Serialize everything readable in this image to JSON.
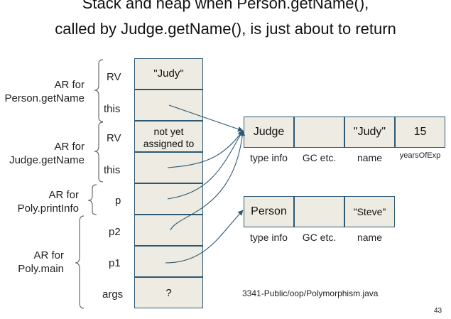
{
  "title": {
    "line1": "Stack and heap when Person.getName(),",
    "line2": "called by Judge.getName(), is just about to return"
  },
  "activation_records": [
    {
      "label_line1": "AR for",
      "label_line2": "Person.getName"
    },
    {
      "label_line1": "AR for",
      "label_line2": "Judge.getName"
    },
    {
      "label_line1": "AR for",
      "label_line2": "Poly.printInfo"
    },
    {
      "label_line1": "AR for",
      "label_line2": "Poly.main"
    }
  ],
  "stack_slots": [
    {
      "name": "RV",
      "value": "\"Judy\""
    },
    {
      "name": "this",
      "value": ""
    },
    {
      "name": "RV",
      "value_line1": "not yet",
      "value_line2": "assigned to"
    },
    {
      "name": "this",
      "value": ""
    },
    {
      "name": "p",
      "value": ""
    },
    {
      "name": "p2",
      "value": ""
    },
    {
      "name": "p1",
      "value": ""
    },
    {
      "name": "args",
      "value": "?"
    }
  ],
  "heap_objects": [
    {
      "fields": [
        "Judge",
        "",
        "\"Judy\"",
        "15"
      ],
      "captions": [
        "type info",
        "GC etc.",
        "name",
        "yearsOfExp"
      ]
    },
    {
      "fields": [
        "Person",
        "",
        "\"Steve\""
      ],
      "captions": [
        "type info",
        "GC etc.",
        "name"
      ]
    }
  ],
  "source_file": "3341-Public/oop/Polymorphism.java",
  "page_number": "43",
  "colors": {
    "cell_fill": "#eeebe2",
    "cell_border": "#2d5873",
    "arrow": "#2d5873"
  }
}
